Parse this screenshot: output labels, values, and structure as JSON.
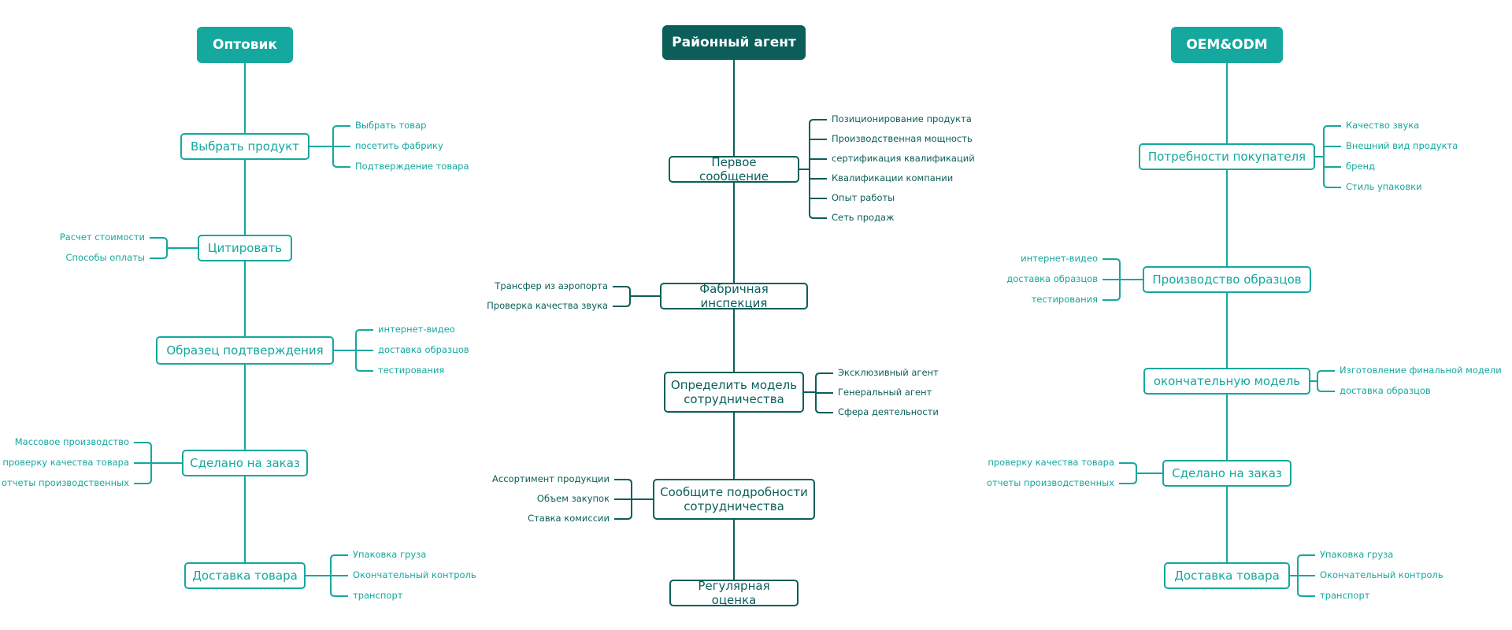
{
  "colors": {
    "teal": "#14a89e",
    "dark": "#0b5e59"
  },
  "diagram": {
    "columns": [
      {
        "id": "wholesale",
        "title": "Оптовик",
        "color": "#14a89e",
        "head_fill": "#14a89e",
        "steps": [
          {
            "label": "Выбрать продукт",
            "side": "right",
            "items": [
              "Выбрать товар",
              "посетить фабрику",
              "Подтверждение товара"
            ]
          },
          {
            "label": "Цитировать",
            "side": "left",
            "items": [
              "Расчет стоимости",
              "Способы оплаты"
            ]
          },
          {
            "label": "Образец подтверждения",
            "side": "right",
            "items": [
              "интернет-видео",
              "доставка образцов",
              "тестирования"
            ]
          },
          {
            "label": "Сделано на заказ",
            "side": "left",
            "items": [
              "Массовое производство",
              "проверку качества товара",
              "отчеты производственных"
            ]
          },
          {
            "label": "Доставка товара",
            "side": "right",
            "items": [
              "Упаковка груза",
              "Окончательный контроль",
              "транспорт"
            ]
          }
        ]
      },
      {
        "id": "regional-agent",
        "title": "Районный агент",
        "color": "#0b5e59",
        "head_fill": "#0b5e59",
        "steps": [
          {
            "label": "Первое сообщение",
            "side": "right",
            "items": [
              "Позиционирование продукта",
              "Производственная мощность",
              "сертификация квалификаций",
              "Квалификации компании",
              "Опыт работы",
              "Сеть продаж"
            ]
          },
          {
            "label": "Фабричная инспекция",
            "side": "left",
            "items": [
              "Трансфер из аэропорта",
              "Проверка качества звука"
            ]
          },
          {
            "label": "Определить модель сотрудничества",
            "side": "right",
            "items": [
              "Эксклюзивный агент",
              "Генеральный агент",
              "Сфера деятельности"
            ]
          },
          {
            "label": "Сообщите подробности сотрудничества",
            "side": "left",
            "items": [
              "Ассортимент продукции",
              "Объем закупок",
              "Ставка комиссии"
            ]
          },
          {
            "label": "Регулярная оценка",
            "side": "none",
            "items": []
          }
        ]
      },
      {
        "id": "oem-odm",
        "title": "OEM&ODM",
        "color": "#14a89e",
        "head_fill": "#14a89e",
        "steps": [
          {
            "label": "Потребности покупателя",
            "side": "right",
            "items": [
              "Качество звука",
              "Внешний вид продукта",
              "бренд",
              "Стиль упаковки"
            ]
          },
          {
            "label": "Производство образцов",
            "side": "left",
            "items": [
              "интернет-видео",
              "доставка образцов",
              "тестирования"
            ]
          },
          {
            "label": "окончательную модель",
            "side": "right",
            "items": [
              "Изготовление финальной модели",
              "доставка образцов"
            ]
          },
          {
            "label": "Сделано на заказ",
            "side": "left",
            "items": [
              "проверку качества товара",
              "отчеты производственных"
            ]
          },
          {
            "label": "Доставка товара",
            "side": "right",
            "items": [
              "Упаковка груза",
              "Окончательный контроль",
              "транспорт"
            ]
          }
        ]
      }
    ]
  }
}
